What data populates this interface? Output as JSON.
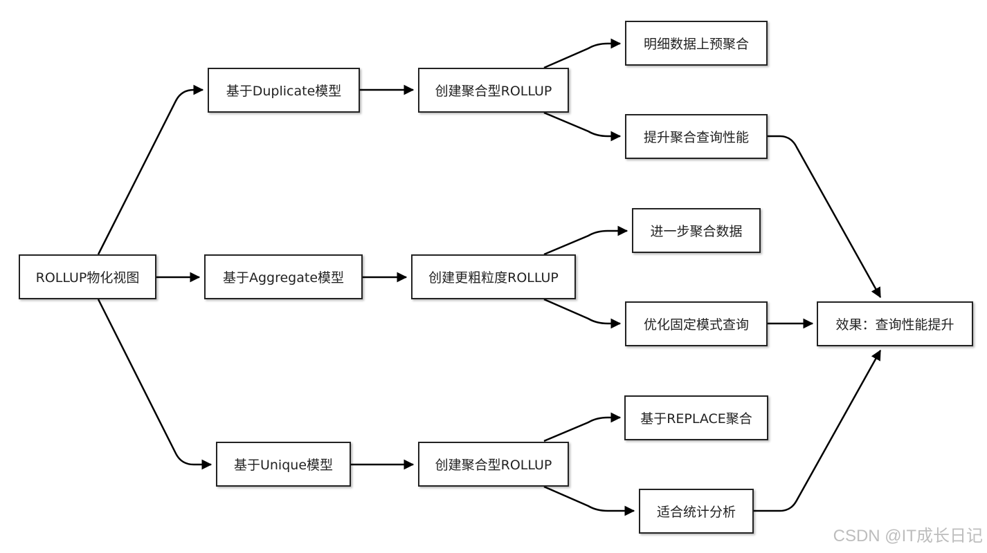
{
  "diagram": {
    "nodes": {
      "root": "ROLLUP物化视图",
      "duplicate_model": "基于Duplicate模型",
      "aggregate_model": "基于Aggregate模型",
      "unique_model": "基于Unique模型",
      "create_agg_rollup_1": "创建聚合型ROLLUP",
      "create_coarse_rollup": "创建更粗粒度ROLLUP",
      "create_agg_rollup_2": "创建聚合型ROLLUP",
      "pre_aggregate_detail": "明细数据上预聚合",
      "improve_agg_query": "提升聚合查询性能",
      "further_aggregate": "进一步聚合数据",
      "optimize_fixed_query": "优化固定模式查询",
      "replace_aggregate": "基于REPLACE聚合",
      "statistics_analysis": "适合统计分析",
      "result": "效果：查询性能提升"
    },
    "edge_color": "#000000",
    "border_color": "#222222"
  },
  "watermark": "CSDN @IT成长日记"
}
